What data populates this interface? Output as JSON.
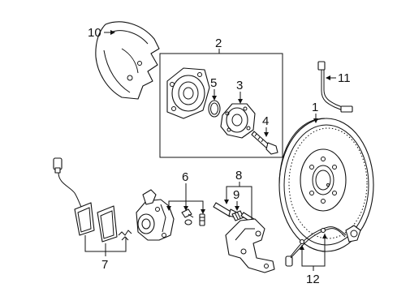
{
  "diagram": {
    "callouts": {
      "c1": "1",
      "c2": "2",
      "c3": "3",
      "c4": "4",
      "c5": "5",
      "c6": "6",
      "c7": "7",
      "c8": "8",
      "c9": "9",
      "c10": "10",
      "c11": "11",
      "c12": "12"
    },
    "parts": [
      {
        "callout": "1",
        "part": "brake-rotor"
      },
      {
        "callout": "2",
        "part": "hub-and-bearing-assembly"
      },
      {
        "callout": "3",
        "part": "wheel-hub"
      },
      {
        "callout": "4",
        "part": "wheel-bolt"
      },
      {
        "callout": "5",
        "part": "snap-ring"
      },
      {
        "callout": "6",
        "part": "caliper-bleeder-and-bolts"
      },
      {
        "callout": "7",
        "part": "brake-pads-and-wear-sensor"
      },
      {
        "callout": "8",
        "part": "caliper-guide-pins"
      },
      {
        "callout": "9",
        "part": "guide-pin-boot"
      },
      {
        "callout": "10",
        "part": "dust-shield"
      },
      {
        "callout": "11",
        "part": "brake-hose"
      },
      {
        "callout": "12",
        "part": "abs-wheel-speed-sensor"
      }
    ],
    "colors": {
      "ink": "#111111",
      "paper": "#ffffff"
    }
  }
}
